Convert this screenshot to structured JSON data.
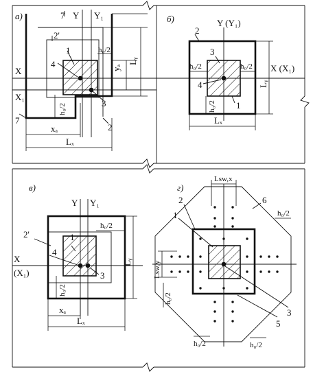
{
  "panels": {
    "a": {
      "title": "а)",
      "labels": {
        "seven_top": "7",
        "y": "Y",
        "y1": "Y₁",
        "two_prime": "2'",
        "one": "1",
        "h0_top": "h₀/2",
        "ya": "yₐ",
        "ly": "Lᵧ",
        "x": "X",
        "x1": "X₁",
        "four": "4",
        "three": "3",
        "h0_left": "h₀/2",
        "seven_bottom": "7",
        "two": "2",
        "xa": "xₐ",
        "lx": "Lₓ"
      }
    },
    "b": {
      "title": "б)",
      "labels": {
        "y_y1": "Y (Y₁)",
        "two": "2",
        "three": "3",
        "h0_left": "h₀/2",
        "h0_right": "h₀/2",
        "x_x1": "X (X₁)",
        "four": "4",
        "ly": "Lᵧ",
        "h0_bottom": "h₀/2",
        "one": "1",
        "lx": "Lₓ"
      }
    },
    "v": {
      "title": "в)",
      "labels": {
        "y": "Y",
        "y1": "Y₁",
        "two_prime": "2'",
        "one": "1",
        "h0_top": "h₀/2",
        "x": "X",
        "x1": "(X₁)",
        "four": "4",
        "three": "3",
        "ly": "Lᵧ",
        "h0_left": "h₀/2",
        "xa": "xₐ",
        "lx": "Lₓ"
      }
    },
    "g": {
      "title": "г)",
      "labels": {
        "lswx": "Lsw,x",
        "two": "2",
        "six": "6",
        "h0_right": "h₀/2",
        "one": "1",
        "lswy": "Lsw,y",
        "h0_left": "h₀/2",
        "three": "3",
        "five": "5",
        "h0_bottom_left": "h₀/2",
        "h0_bottom_right": "h₀/2"
      }
    }
  }
}
